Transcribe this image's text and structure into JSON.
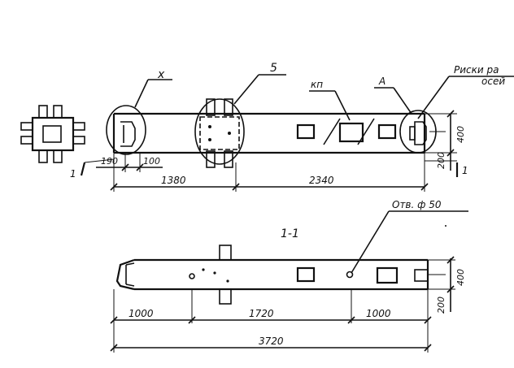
{
  "callouts": {
    "detail_x": "x",
    "detail_5": "5",
    "kp": "кп",
    "detail_a": "A",
    "marks_line1": "Риски ра",
    "marks_line2": "осей"
  },
  "section_label": "1-1",
  "section_mark": "1",
  "hole_label": "Отв. ф 50",
  "top_view": {
    "dims_horizontal": [
      "190",
      "100",
      "1380",
      "2340"
    ],
    "dims_vertical": [
      "400",
      "200"
    ]
  },
  "bottom_view": {
    "dims_horizontal": [
      "1000",
      "1720",
      "1000",
      "3720"
    ],
    "dims_vertical": [
      "400",
      "200"
    ]
  }
}
